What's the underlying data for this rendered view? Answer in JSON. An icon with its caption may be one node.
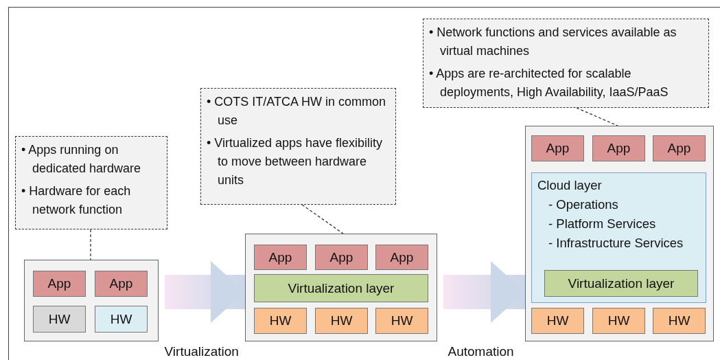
{
  "diagram": {
    "nodes": [
      {
        "text": [
          "• Apps running on dedicated hardware",
          "• Hardware for each network function"
        ]
      },
      {
        "text": [],
        "shape": "box"
      },
      {
        "text": [
          "App"
        ],
        "in": 1
      },
      {
        "text": [
          "App"
        ],
        "in": 1
      },
      {
        "text": [
          "HW"
        ],
        "in": 1
      },
      {
        "text": [
          "HW"
        ],
        "in": 1
      },
      {
        "text": [
          "• COTS IT/ATCA HW in common use",
          "• Virtualized apps have flexibility to move between hardware units"
        ]
      },
      {
        "text": [],
        "shape": "box"
      },
      {
        "text": [
          "App"
        ],
        "in": 7
      },
      {
        "text": [
          "App"
        ],
        "in": 7
      },
      {
        "text": [
          "App"
        ],
        "in": 7
      },
      {
        "text": [
          "Virtualization layer"
        ],
        "in": 7
      },
      {
        "text": [
          "HW"
        ],
        "in": 7
      },
      {
        "text": [
          "HW"
        ],
        "in": 7
      },
      {
        "text": [
          "HW"
        ],
        "in": 7
      },
      {
        "text": [
          "• Network functions and services available as virtual machines",
          "• Apps are re-architected for scalable deployments, High Availability, IaaS/PaaS"
        ]
      },
      {
        "text": [],
        "shape": "box"
      },
      {
        "text": [
          "App"
        ],
        "in": 16
      },
      {
        "text": [
          "App"
        ],
        "in": 16
      },
      {
        "text": [
          "App"
        ],
        "in": 16
      },
      {
        "text": [
          "Cloud layer",
          "- Operations",
          "- Platform Services",
          "- Infrastructure Services"
        ],
        "in": 16
      },
      {
        "text": [
          "Virtualization layer"
        ],
        "in": 20
      },
      {
        "text": [
          "HW"
        ],
        "in": 16
      },
      {
        "text": [
          "HW"
        ],
        "in": 16
      },
      {
        "text": [
          "HW"
        ],
        "in": 16
      }
    ],
    "edges": [
      {
        "from": 0,
        "to": 1,
        "arrow": "none",
        "style": "dashed"
      },
      {
        "from": 1,
        "to": 7,
        "arrow": "to",
        "label": "Virtualization",
        "style": "thick"
      },
      {
        "from": 6,
        "to": 7,
        "arrow": "none",
        "style": "dashed"
      },
      {
        "from": 7,
        "to": 16,
        "arrow": "to",
        "label": "Automation",
        "style": "thick"
      },
      {
        "from": 15,
        "to": 16,
        "arrow": "none",
        "style": "dashed"
      }
    ]
  }
}
